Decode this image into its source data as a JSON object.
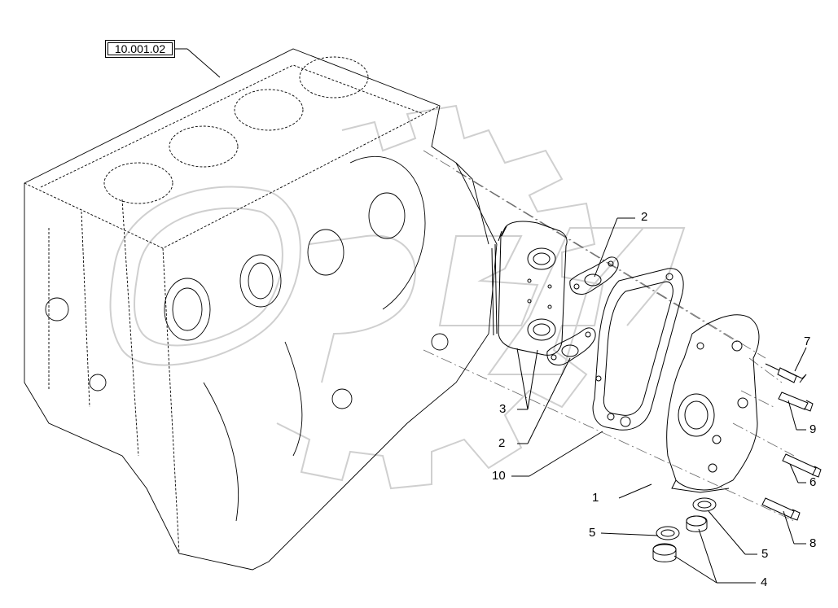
{
  "reference": "10.001.02",
  "corner_mark": "",
  "callouts": {
    "c1": "1",
    "c2a": "2",
    "c2b": "2",
    "c3": "3",
    "c4": "4",
    "c5a": "5",
    "c5b": "5",
    "c6": "6",
    "c7": "7",
    "c8": "8",
    "c9": "9",
    "c10": "10"
  }
}
